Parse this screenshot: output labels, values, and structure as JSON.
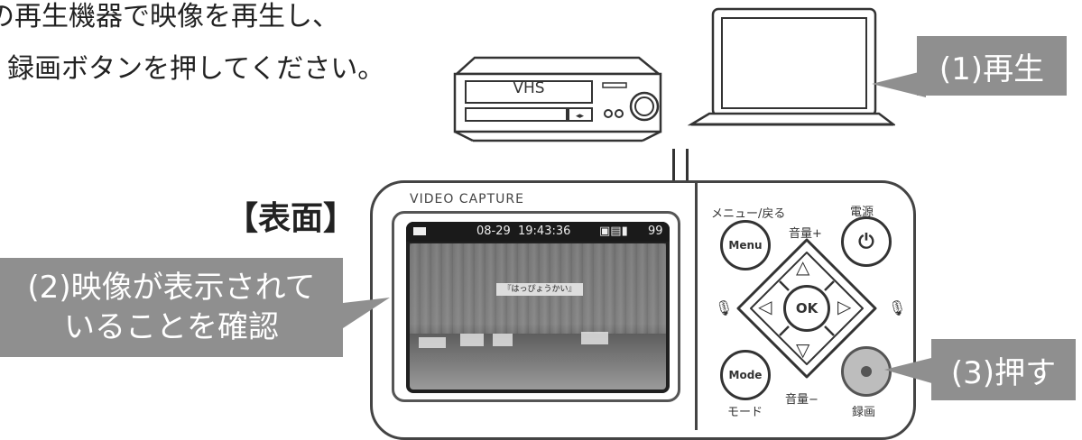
{
  "instructions": {
    "line1": "の再生機器で映像を再生し、",
    "line2": "録画ボタンを押してください。"
  },
  "vcr_label": "VHS",
  "callouts": {
    "play": "(1)再生",
    "confirm_line1": "(2)映像が表示されて",
    "confirm_line2": "いることを確認",
    "press": "(3)押す"
  },
  "surface_label": "【表面】",
  "device": {
    "brand": "VIDEO CAPTURE",
    "screen": {
      "date": "08-29",
      "time": "19:43:36",
      "battery": "99",
      "banner": "『はっぴょうかい』"
    },
    "buttons": {
      "menu_caption": "メニュー/戻る",
      "menu": "Menu",
      "power_caption": "電源",
      "volume_up": "音量+",
      "volume_down": "音量−",
      "ok": "OK",
      "mode": "Mode",
      "mode_caption": "モード",
      "record_caption": "録画"
    }
  },
  "colors": {
    "callout_bg": "#8f8f8f",
    "screen_bg": "#7a7a7a",
    "record_button": "#bdbdbd"
  }
}
